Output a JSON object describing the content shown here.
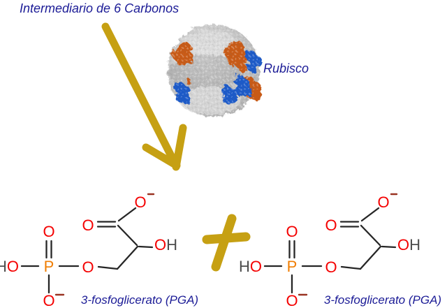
{
  "labels": {
    "title": "Intermediario de 6 Carbonos",
    "rubisco": "Rubisco",
    "pga_caption_left": "3-fosfoglicerato (PGA)",
    "pga_caption_right": "3-fosfoglicerato (PGA)"
  },
  "icons": {
    "reaction_arrow": "down-right-arrow",
    "plus_sign": "+"
  },
  "molecule": {
    "name": "3-fosfoglicerato (PGA)",
    "atoms": {
      "h": "H",
      "o": "O",
      "p": "P",
      "minus_charge": "-"
    }
  },
  "colors": {
    "text_navy": "#1b1b96",
    "arrow_gold": "#c6a013",
    "oxygen_red": "#f40000",
    "phosphorus_orange": "#f07d00",
    "hydrogen_gray": "#4d4d4d",
    "bond_black": "#262626",
    "charge_minus_dark_red": "#993322",
    "protein_gray": "#c6c6c6",
    "protein_orange": "#c85a14",
    "protein_blue": "#1e5ac8"
  }
}
